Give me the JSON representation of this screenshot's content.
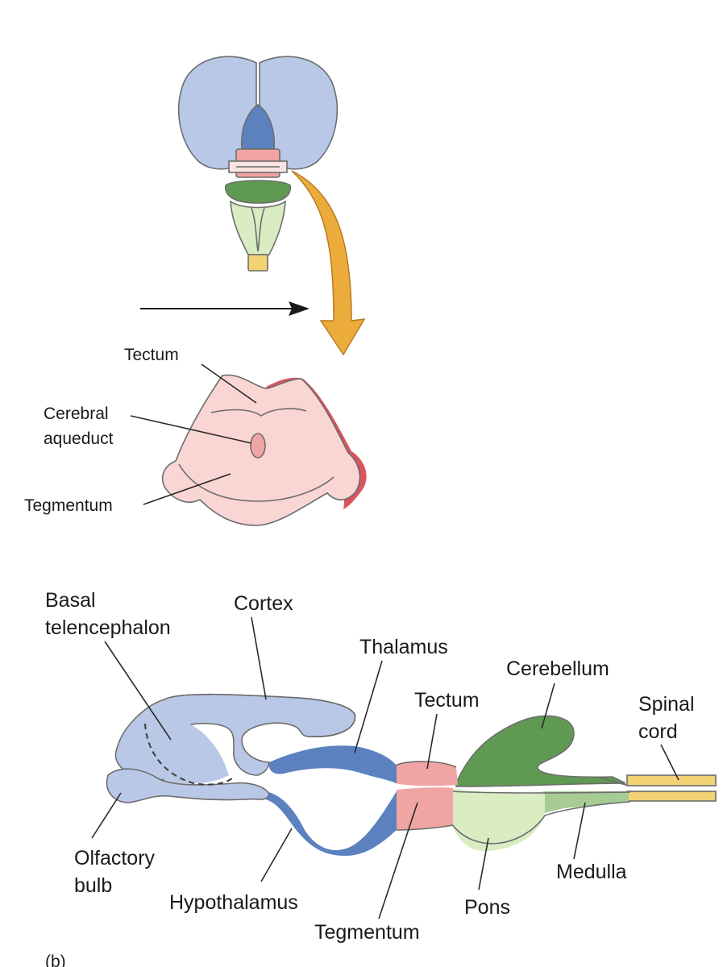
{
  "colors": {
    "telencephalon": "#b8c8e6",
    "diencephalon": "#5b82bf",
    "midbrain": "#f0a4a4",
    "midbrain_dark": "#d9545d",
    "midbrain_section": "#f9d6d3",
    "cerebellum": "#5f9a52",
    "pons": "#d9ecc2",
    "medulla": "#a6cc93",
    "spinal_cord": "#f3d274",
    "arrow": "#ecac3c"
  },
  "section_labels": {
    "tectum": "Tectum",
    "aqueduct_line1": "Cerebral",
    "aqueduct_line2": "aqueduct",
    "tegmentum": "Tegmentum"
  },
  "sagittal_labels": {
    "basal_line1": "Basal",
    "basal_line2": "telencephalon",
    "cortex": "Cortex",
    "thalamus": "Thalamus",
    "cerebellum": "Cerebellum",
    "tectum": "Tectum",
    "spinal_line1": "Spinal",
    "spinal_line2": "cord",
    "olfactory_line1": "Olfactory",
    "olfactory_line2": "bulb",
    "hypothalamus": "Hypothalamus",
    "pons": "Pons",
    "medulla": "Medulla",
    "tegmentum": "Tegmentum"
  },
  "panel_marker": "(b)"
}
